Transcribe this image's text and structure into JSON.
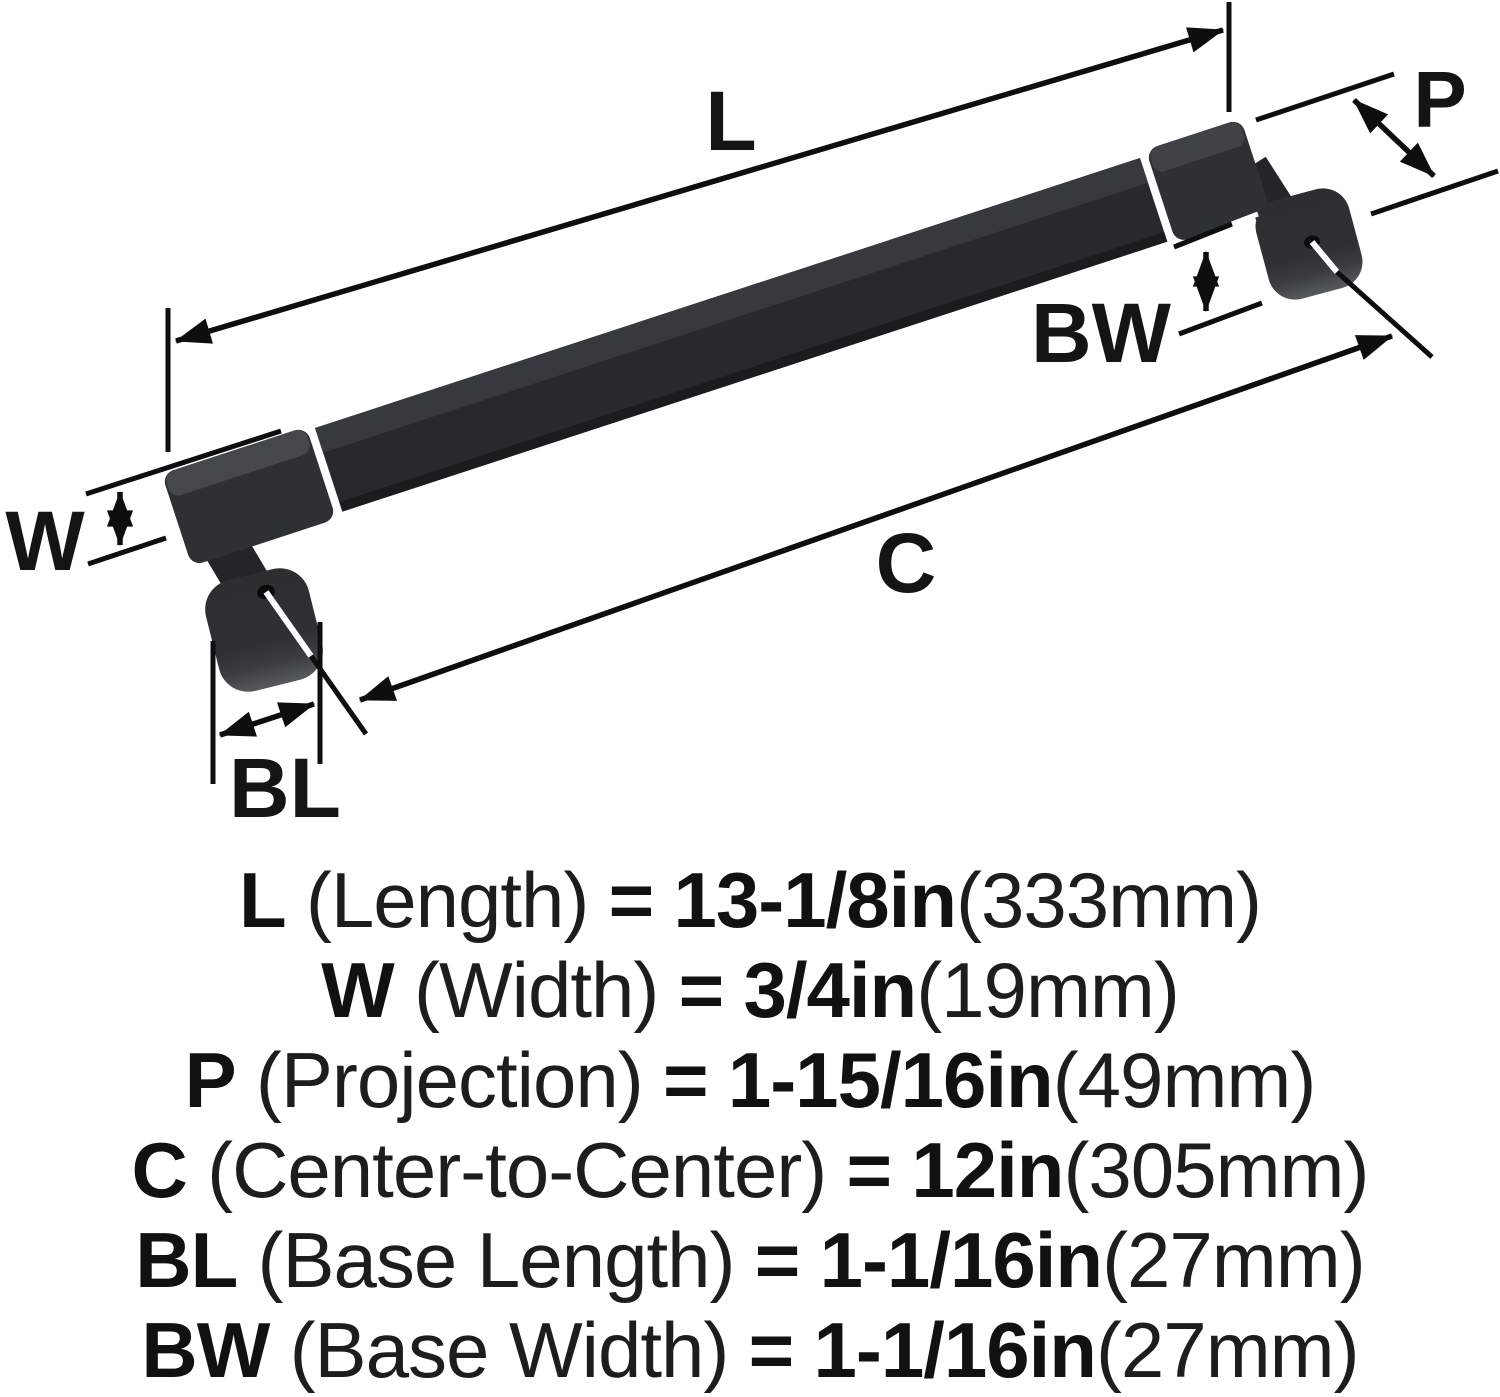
{
  "diagram": {
    "labels": {
      "length": "L",
      "width": "W",
      "projection": "P",
      "center_to_center": "C",
      "base_length": "BL",
      "base_width": "BW"
    }
  },
  "legend": {
    "rows": [
      {
        "code": "L",
        "name": "(Length)",
        "eq": "=",
        "inch": "13-1/8in",
        "mm": "(333mm)"
      },
      {
        "code": "W",
        "name": "(Width)",
        "eq": "=",
        "inch": "3/4in",
        "mm": "(19mm)"
      },
      {
        "code": "P",
        "name": "(Projection)",
        "eq": "=",
        "inch": "1-15/16in",
        "mm": "(49mm)"
      },
      {
        "code": "C",
        "name": "(Center-to-Center)",
        "eq": "=",
        "inch": "12in",
        "mm": "(305mm)"
      },
      {
        "code": "BL",
        "name": "(Base Length)",
        "eq": "=",
        "inch": "1-1/16in",
        "mm": "(27mm)"
      },
      {
        "code": "BW",
        "name": "(Base Width)",
        "eq": "=",
        "inch": "1-1/16in",
        "mm": "(27mm)"
      }
    ]
  },
  "colors": {
    "background": "#ffffff",
    "line": "#0e0e0e",
    "text": "#141414",
    "handle_front": "#27292c",
    "handle_top": "#36393d",
    "handle_elbow": "#2e3134",
    "cap": "#2c2e30",
    "cap_rim": "#565a5e",
    "hole": "#0b0b0c",
    "leader_on_metal": "#ffffff"
  }
}
